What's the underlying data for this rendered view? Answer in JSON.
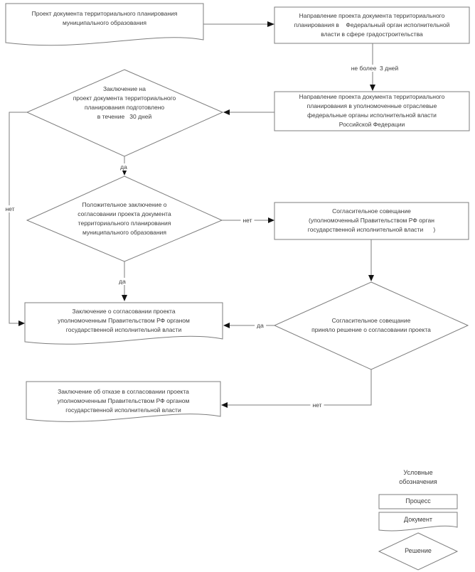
{
  "flowchart": {
    "nodes": {
      "doc_project": {
        "label": "Проект документа территориального планирования\nмуниципального образования"
      },
      "box_federal": {
        "label": "Направление проекта документа территориального\nпланирования в    Федеральный орган исполнительной\nвласти в сфере градостроительства"
      },
      "box_otraslevye": {
        "label": "Направление проекта документа территориального\nпланирования в уполномоченные отраслевые\nфедеральные органы исполнительной власти\nРоссийской Федерации"
      },
      "diamond_conclusion": {
        "label": "Заключение на\nпроект документа территориального\nпланирования подготовлено\nв течение   30 дней"
      },
      "diamond_positive": {
        "label": "Положительное заключение о\nсогласовании проекта документа\nтерриториального планирования\nмуниципального образования"
      },
      "box_conciliation": {
        "label": "Согласительное совещание\n(уполномоченный Правительством РФ орган\nгосударственной исполнительной власти      )"
      },
      "diamond_decision": {
        "label": "Согласительное совещание\nприняло решение о согласовании проекта"
      },
      "doc_approved": {
        "label": "Заключение о согласовании проекта\nуполномоченным Правительством РФ органом\nгосударственной исполнительной власти"
      },
      "doc_refused": {
        "label": "Заключение об отказе в согласовании проекта\nуполномоченным Правительством РФ органом\nгосударственной исполнительной власти"
      }
    },
    "edge_labels": {
      "timing": "не более  3 дней",
      "yes_1": "да",
      "yes_2": "да",
      "yes_3": "да",
      "no_left": "нет",
      "no_right": "нет",
      "no_bottom": "нет"
    },
    "legend": {
      "title": "Условные\nобозначения",
      "process": "Процесс",
      "document": "Документ",
      "decision": "Решение"
    },
    "colors": {
      "line": "#7d7d7d",
      "arrow": "#141414",
      "text": "#3d3d3d",
      "background": "#ffffff"
    }
  }
}
